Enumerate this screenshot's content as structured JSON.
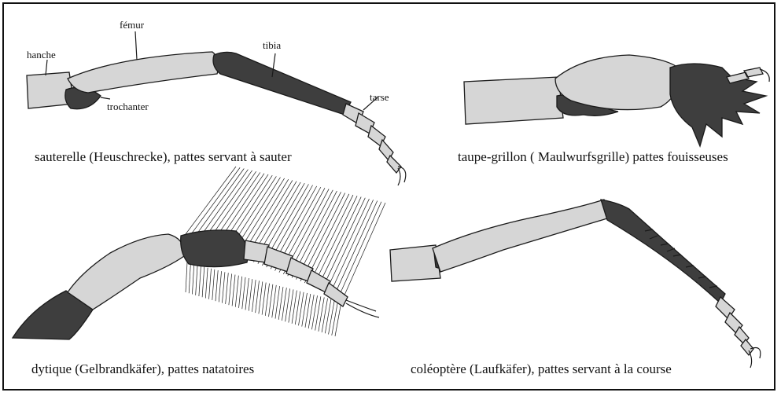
{
  "colors": {
    "light": "#d6d6d6",
    "dark": "#3e3e3e",
    "outline": "#1a1a1a",
    "background": "#ffffff"
  },
  "panels": [
    {
      "caption": "sauterelle (Heuschrecke), pattes servant à sauter",
      "labels": {
        "hanche": "hanche",
        "femur": "fémur",
        "tibia": "tibia",
        "tarse": "tarse",
        "trochanter": "trochanter"
      }
    },
    {
      "caption": "taupe-grillon ( Maulwurfsgrille) pattes fouisseuses"
    },
    {
      "caption": "dytique (Gelbrandkäfer), pattes natatoires"
    },
    {
      "caption": "coléoptère (Laufkäfer), pattes servant à la course"
    }
  ]
}
